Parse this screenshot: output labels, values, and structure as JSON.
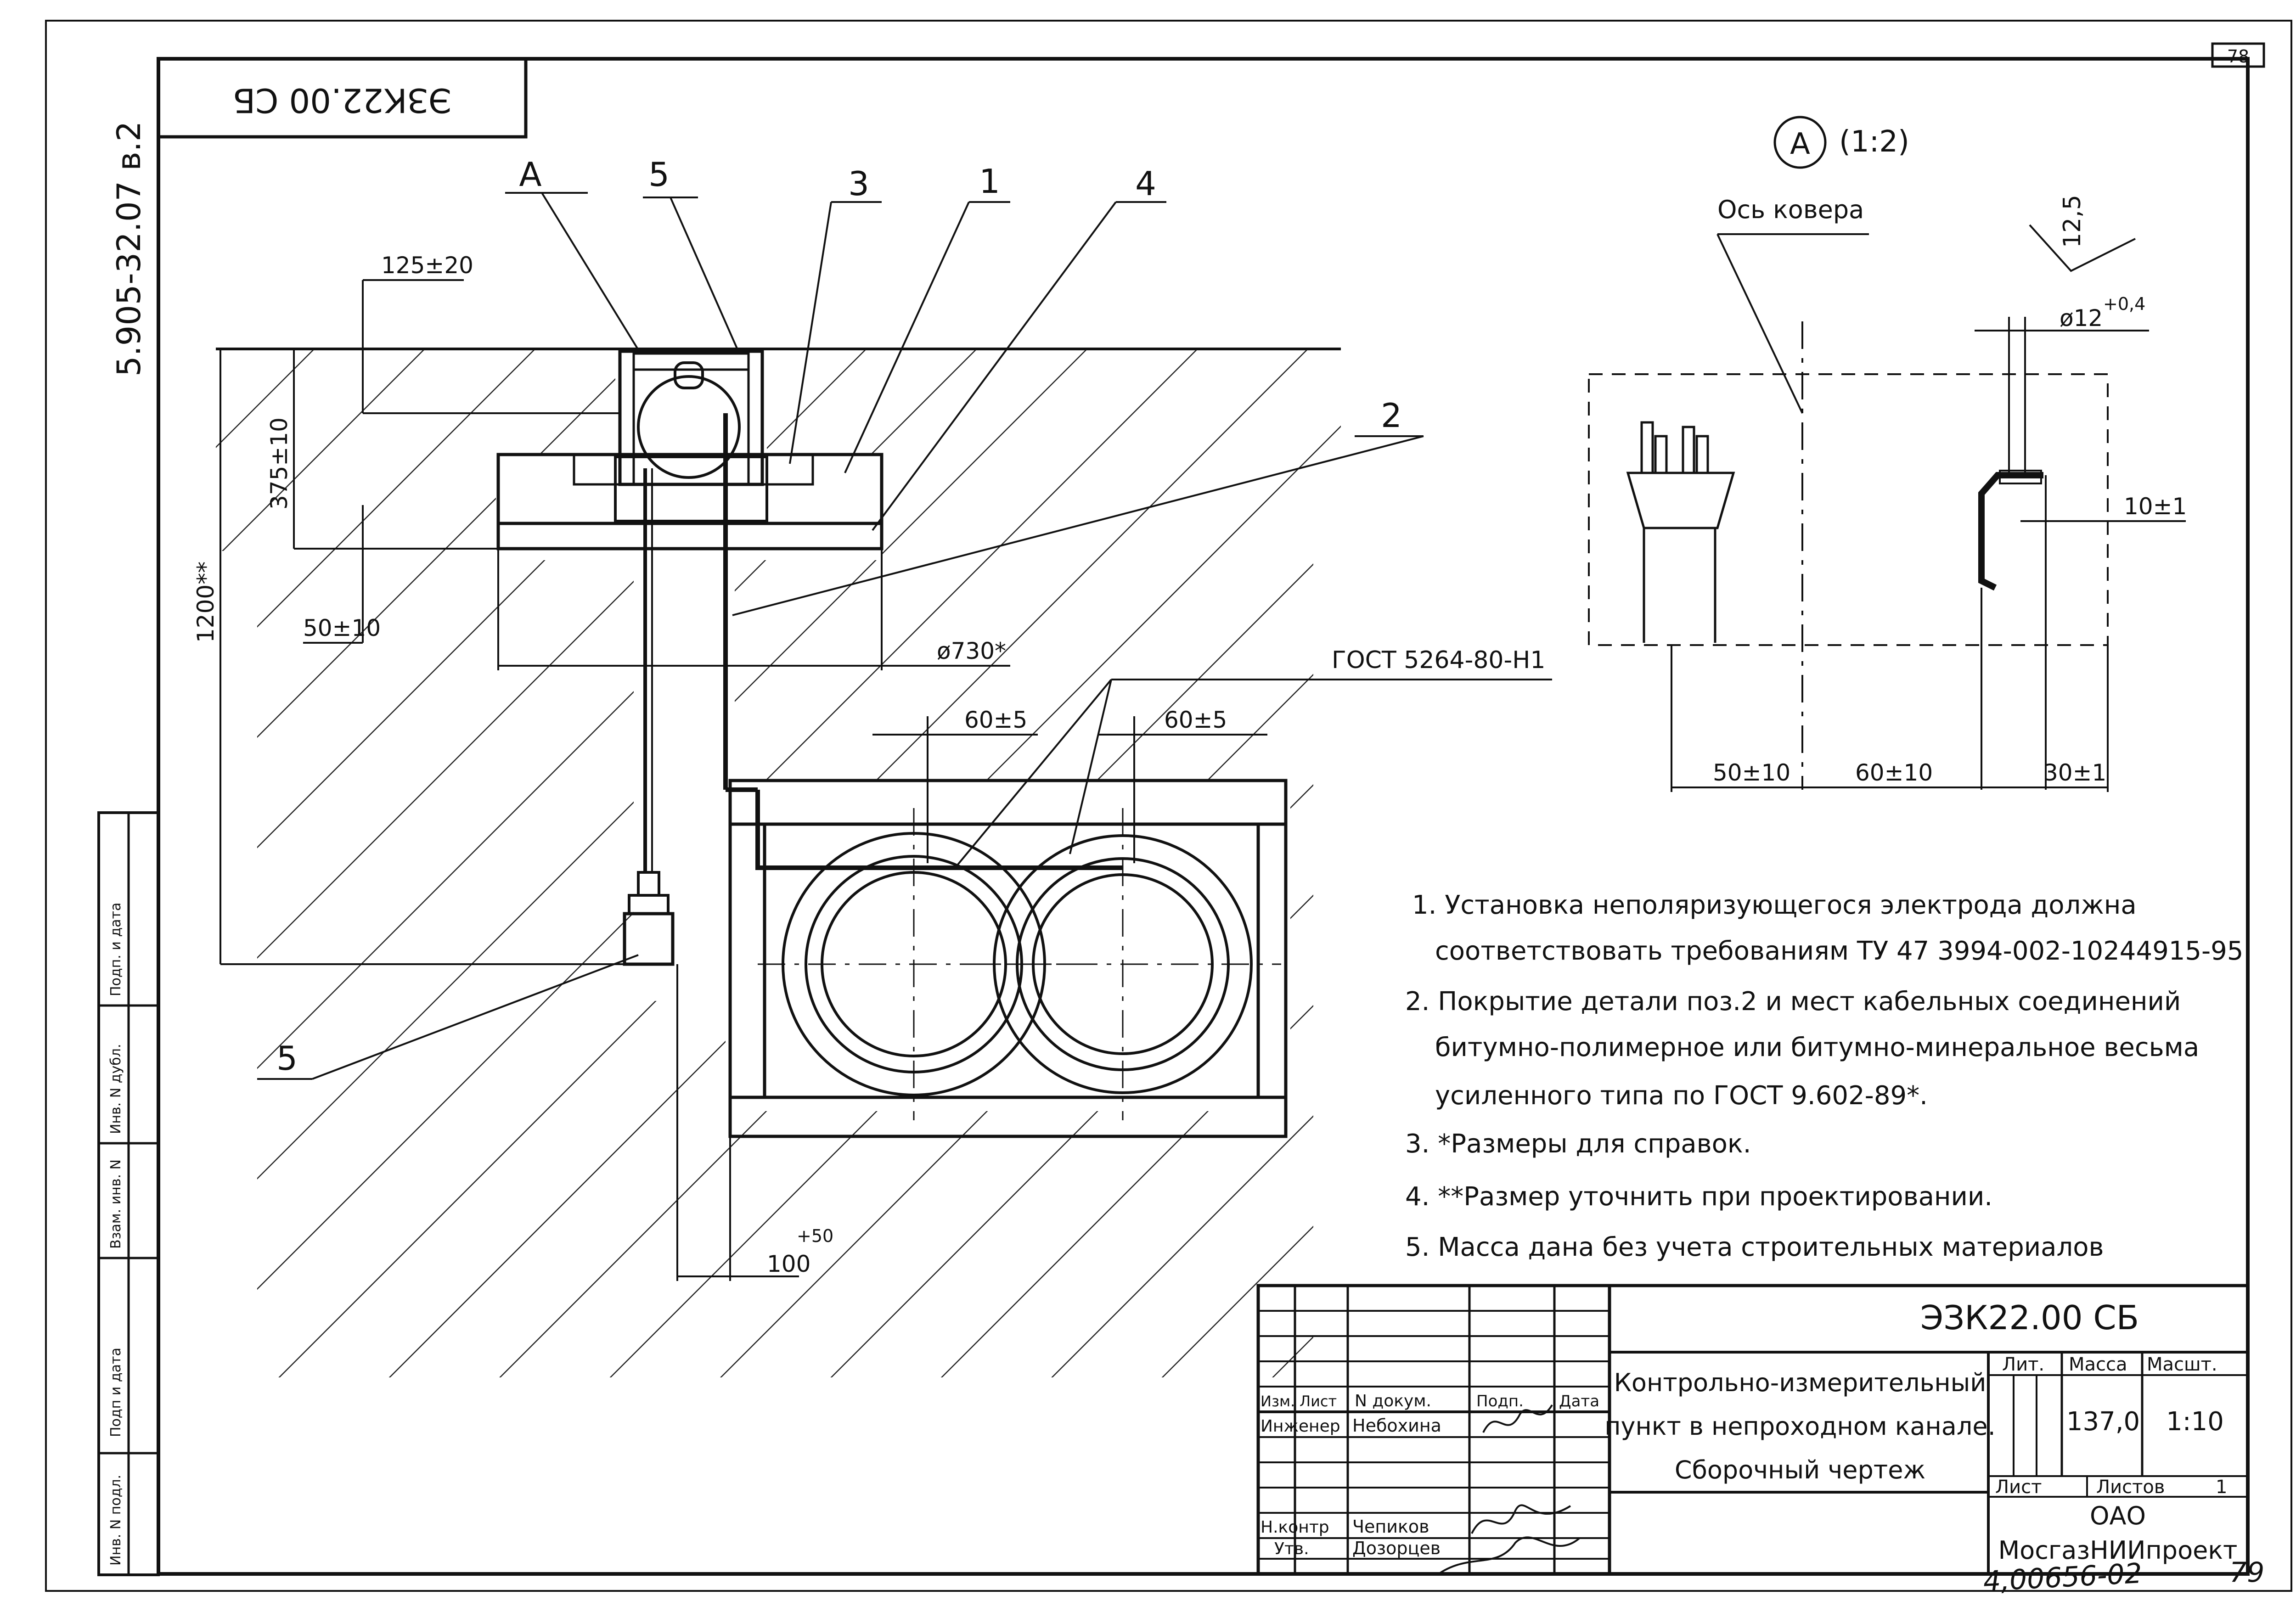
{
  "page_number": "78",
  "sheet_number_bottom": "79",
  "archive_number": "4,00656-02",
  "designation_rotated": "ЭЗК22.00 СБ",
  "series": "5.905-32.07 в.2",
  "left_stamp": [
    "Инв. N подл.",
    "Подп и дата",
    "Взам. инв. N",
    "Инв. N дубл.",
    "Подп. и дата"
  ],
  "main_view": {
    "callouts": {
      "a": "A",
      "c5": "5",
      "c3": "3",
      "c1": "1",
      "c4": "4",
      "c2": "2",
      "c5b": "5"
    },
    "dims": {
      "d125": "125±20",
      "d375": "375±10",
      "d1200": "1200**",
      "d50": "50±10",
      "d730": "ø730*",
      "gost": "ГОСТ 5264-80-Н1",
      "d60a": "60±5",
      "d60b": "60±5",
      "d100": "100",
      "d100tol": "+50"
    }
  },
  "detail_view": {
    "marker": "А",
    "scale": "(1:2)",
    "axis_label": "Ось ковера",
    "rough": "12,5",
    "hole": "ø12",
    "hole_tol": "+0,4",
    "d10": "10±1",
    "d50": "50±10",
    "d60": "60±10",
    "d30": "30±1"
  },
  "notes": [
    "1. Установка неполяризующегося электрода должна",
    "соответствовать требованиям ТУ 47 3994-002-10244915-95.",
    "2. Покрытие детали поз.2 и мест кабельных соединений",
    "битумно-полимерное или битумно-минеральное весьма",
    "усиленного типа по ГОСТ 9.602-89*.",
    "3. *Размеры для справок.",
    "4. **Размер уточнить при проектировании.",
    "5. Масса дана без учета строительных материалов"
  ],
  "title_block": {
    "designation": "ЭЗК22.00 СБ",
    "title_lines": [
      "Контрольно-измерительный",
      "пункт в непроходном канале.",
      "Сборочный чертеж"
    ],
    "col_izm": "Изм.",
    "col_list": "Лист",
    "col_doc": "N докум.",
    "col_sign": "Подп.",
    "col_date": "Дата",
    "role_engineer": "Инженер",
    "name_engineer": "Небохина",
    "role_control": "Н.контр",
    "name_control": "Чепиков",
    "role_approve": "Утв.",
    "name_approve": "Дозорцев",
    "lit_label": "Лит.",
    "mass_label": "Масса",
    "scale_label": "Масшт.",
    "mass": "137,0",
    "scale": "1:10",
    "sheet_label": "Лист",
    "sheets_label": "Листов",
    "sheets": "1",
    "org_line1": "ОАО",
    "org_line2": "МосгазНИИпроект"
  }
}
